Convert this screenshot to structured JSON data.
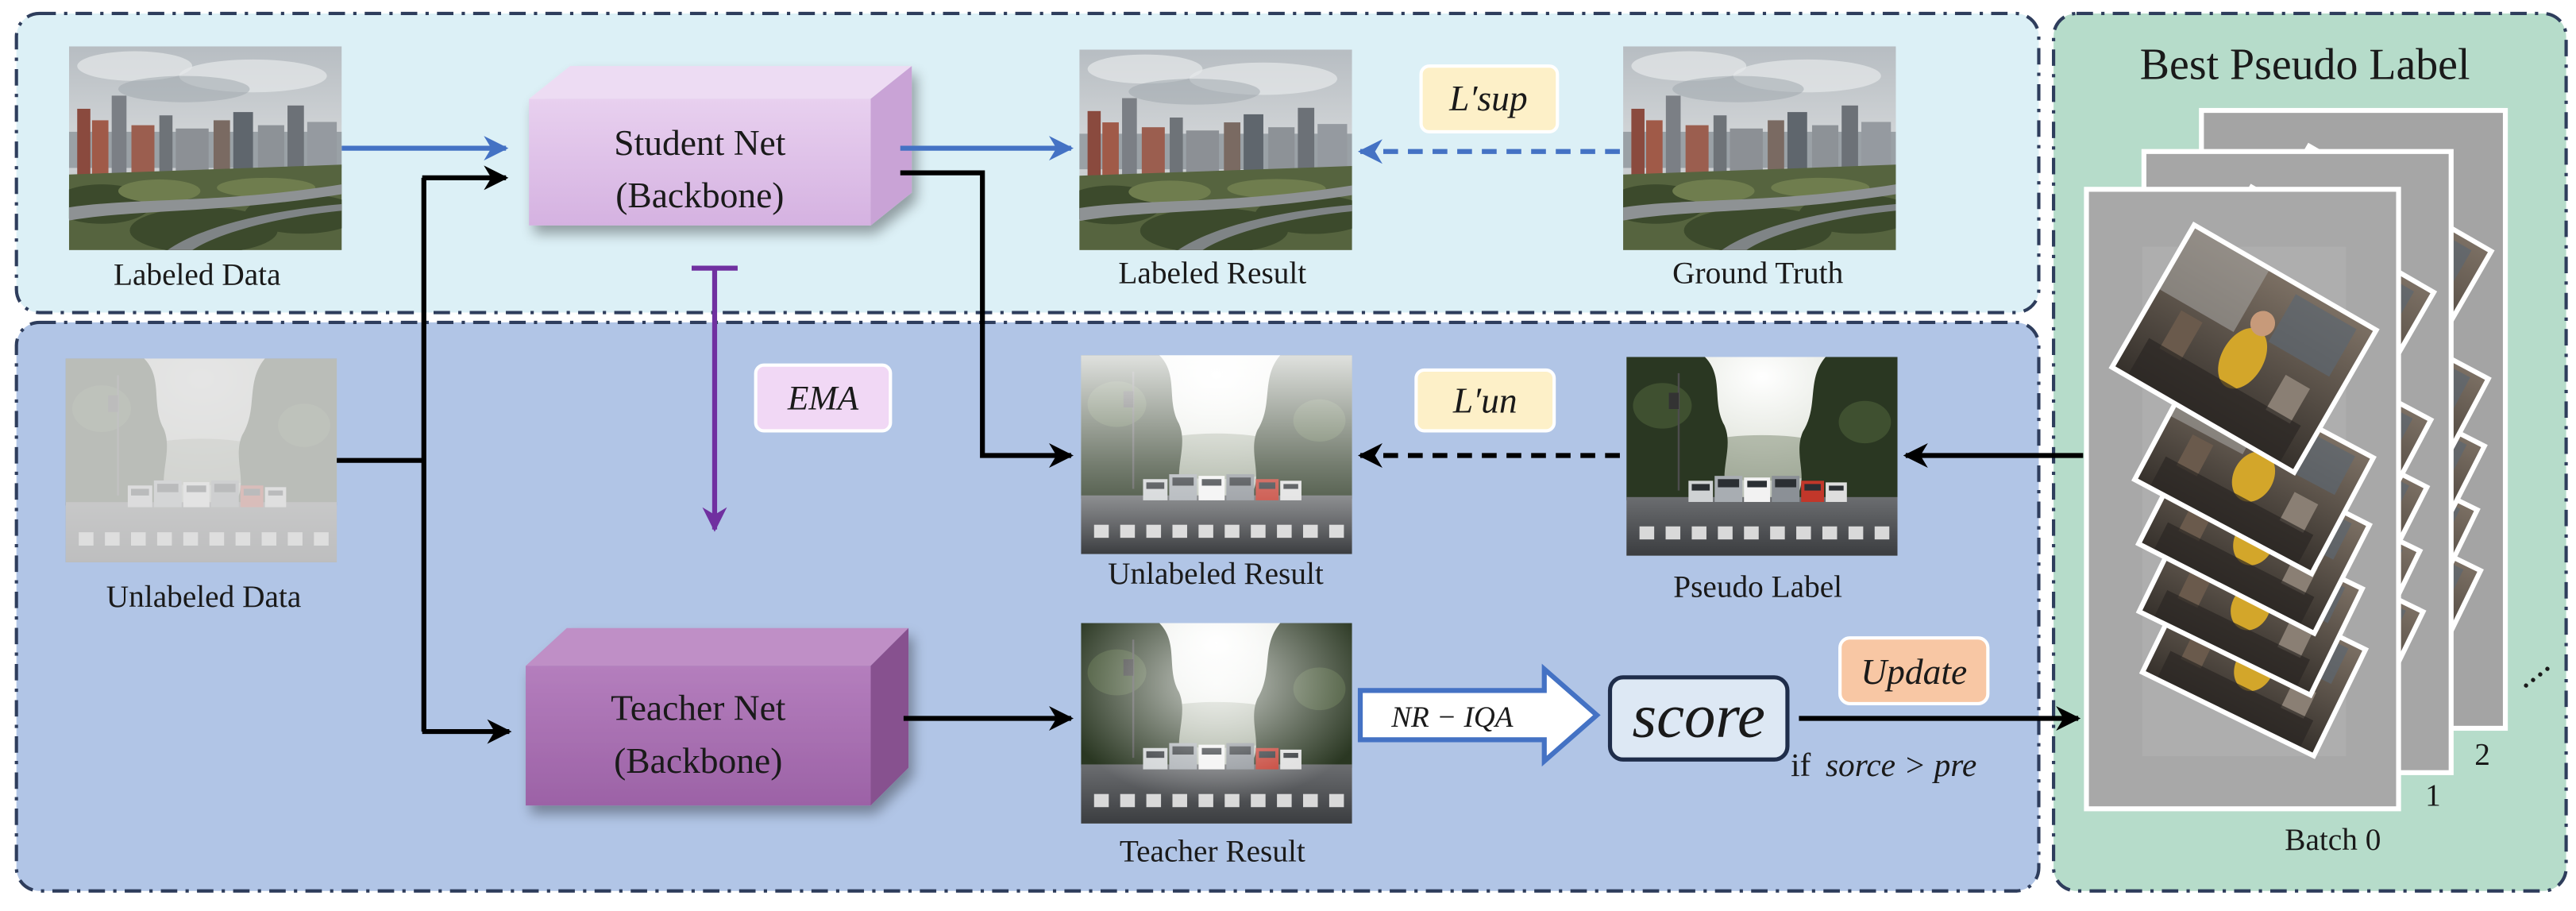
{
  "top_panel": {
    "labeled_data": "Labeled Data",
    "student_net": {
      "line1": "Student Net",
      "line2": "(Backbone)"
    },
    "labeled_result": "Labeled Result",
    "loss_sup": "L′sup",
    "ground_truth": "Ground Truth"
  },
  "bottom_panel": {
    "unlabeled_data": "Unlabeled Data",
    "ema": "EMA",
    "unlabeled_result": "Unlabeled Result",
    "loss_un": "L′un",
    "pseudo_label": "Pseudo Label",
    "teacher_net": {
      "line1": "Teacher Net",
      "line2": "(Backbone)"
    },
    "teacher_result": "Teacher Result",
    "nr_iqa": "NR − IQA",
    "score": "score",
    "update": "Update",
    "condition_if": "if",
    "condition_expr": "sorce > pre"
  },
  "pseudo_label_bank": {
    "title": "Best Pseudo Label",
    "batch_0": "Batch 0",
    "batch_1": "1",
    "batch_2": "2",
    "ellipsis": "...."
  },
  "colors": {
    "top_panel": "#dcf0f6",
    "bottom_panel": "#b1c5e6",
    "right_panel": "#b6dcca",
    "panel_border": "#2e3d5c",
    "blue_arrow": "#4472c4",
    "ema_purple": "#7030a0",
    "loss_badge": "#fdf0c8",
    "ema_badge": "#f1d8f5",
    "update_badge": "#f8c7a4",
    "score_box": "#dde8f4"
  }
}
